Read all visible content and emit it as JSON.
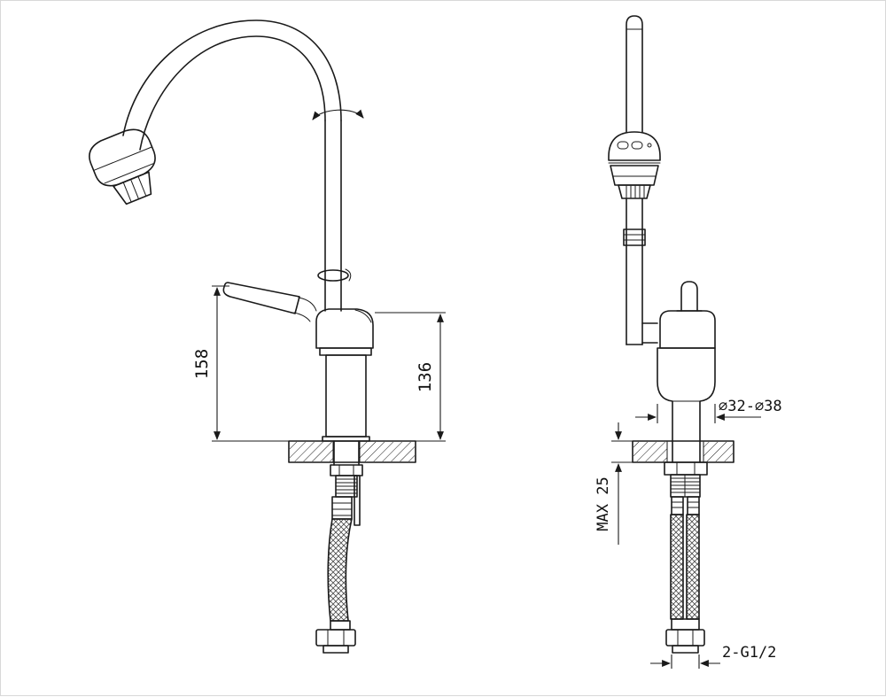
{
  "dimensions": {
    "spout_height": "158",
    "body_height": "136",
    "hole_diameter": "⌀32-⌀38",
    "max_thickness": "MAX 25",
    "connection_thread": "2-G1/2"
  },
  "colors": {
    "line": "#1a1a1a",
    "background": "#ffffff"
  }
}
